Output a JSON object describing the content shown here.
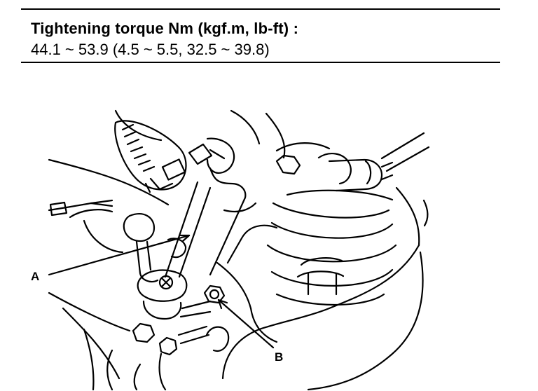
{
  "spec": {
    "title": "Tightening torque Nm (kgf.m, lb-ft) :",
    "value": "44.1 ~ 53.9 (4.5 ~ 5.5, 32.5 ~ 39.8)"
  },
  "figure": {
    "callouts": [
      {
        "id": "A",
        "label": "A"
      },
      {
        "id": "B",
        "label": "B"
      }
    ]
  }
}
